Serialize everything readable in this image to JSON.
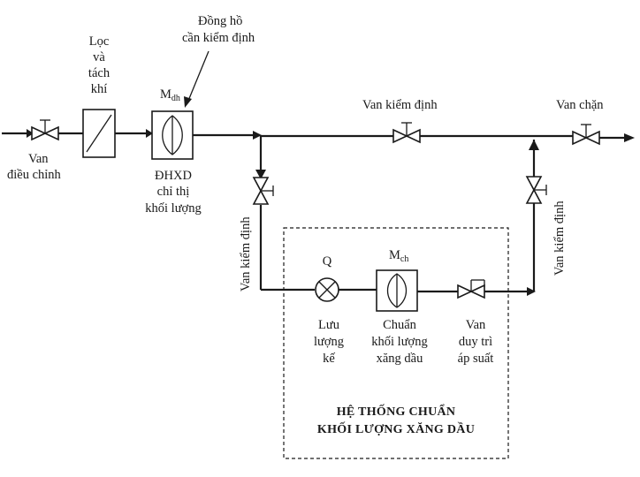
{
  "labels": {
    "dong_ho_line1": "Đồng hồ",
    "dong_ho_line2": "cần kiểm định",
    "loc_line1": "Lọc",
    "loc_line2": "và",
    "loc_line3": "tách",
    "loc_line4": "khí",
    "m_dh_main": "M",
    "m_dh_sub": "dh",
    "van_dieu_chinh_line1": "Van",
    "van_dieu_chinh_line2": "điều chỉnh",
    "dhxd_line1": "ĐHXD",
    "dhxd_line2": "chỉ thị",
    "dhxd_line3": "khối lượng",
    "van_kiem_dinh_top": "Van kiểm định",
    "van_chan": "Van chặn",
    "van_kiem_dinh_left": "Van kiểm định",
    "van_kiem_dinh_right": "Van kiểm định",
    "q": "Q",
    "m_ch_main": "M",
    "m_ch_sub": "ch",
    "luu_luong_line1": "Lưu",
    "luu_luong_line2": "lượng",
    "luu_luong_line3": "kế",
    "chuan_line1": "Chuẩn",
    "chuan_line2": "khối lượng",
    "chuan_line3": "xăng dầu",
    "van_duy_tri_line1": "Van",
    "van_duy_tri_line2": "duy trì",
    "van_duy_tri_line3": "áp suất",
    "he_thong_line1": "HỆ THỐNG CHUẨN",
    "he_thong_line2": "KHỐI LƯỢNG XĂNG DẦU"
  }
}
